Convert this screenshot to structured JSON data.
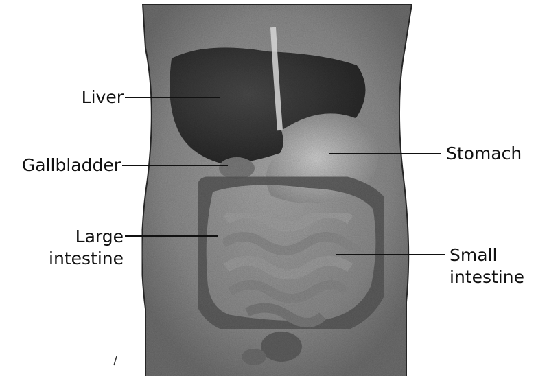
{
  "figure": {
    "labels": {
      "liver": "Liver",
      "gallbladder": "Gallbladder",
      "large_intestine_line1": "Large",
      "large_intestine_line2": "intestine",
      "stomach": "Stomach",
      "small_intestine_line1": "Small",
      "small_intestine_line2": "intestine"
    },
    "colors": {
      "ink": "#111111",
      "panel_background": "#9a9a9a",
      "border": "#2a2a2a"
    }
  }
}
